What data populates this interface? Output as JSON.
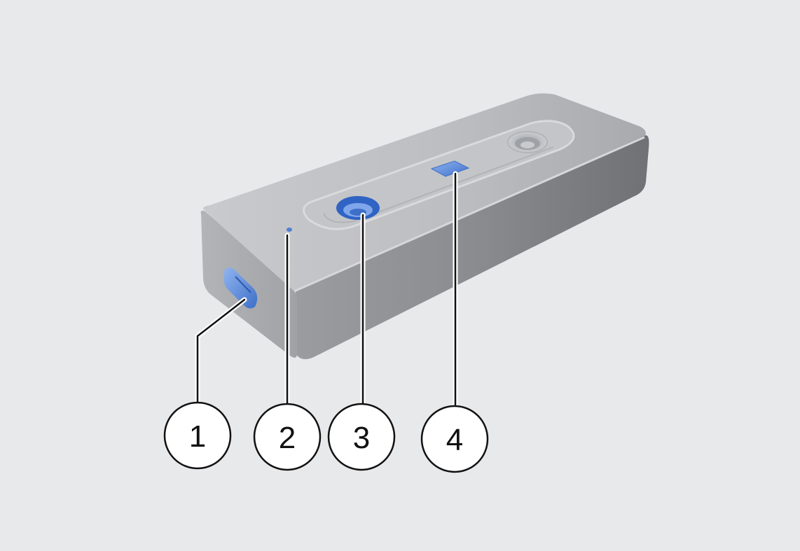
{
  "colors": {
    "background": "#e8e9eb",
    "device_body": "#a3a5a9",
    "highlight_blue": "#4f7fd6",
    "leader_line": "#111111"
  },
  "callouts": [
    {
      "number": "1",
      "target": "usb-c-port"
    },
    {
      "number": "2",
      "target": "status-light"
    },
    {
      "number": "3",
      "target": "mounting-screw-hole-front"
    },
    {
      "number": "4",
      "target": "center-pad"
    }
  ]
}
